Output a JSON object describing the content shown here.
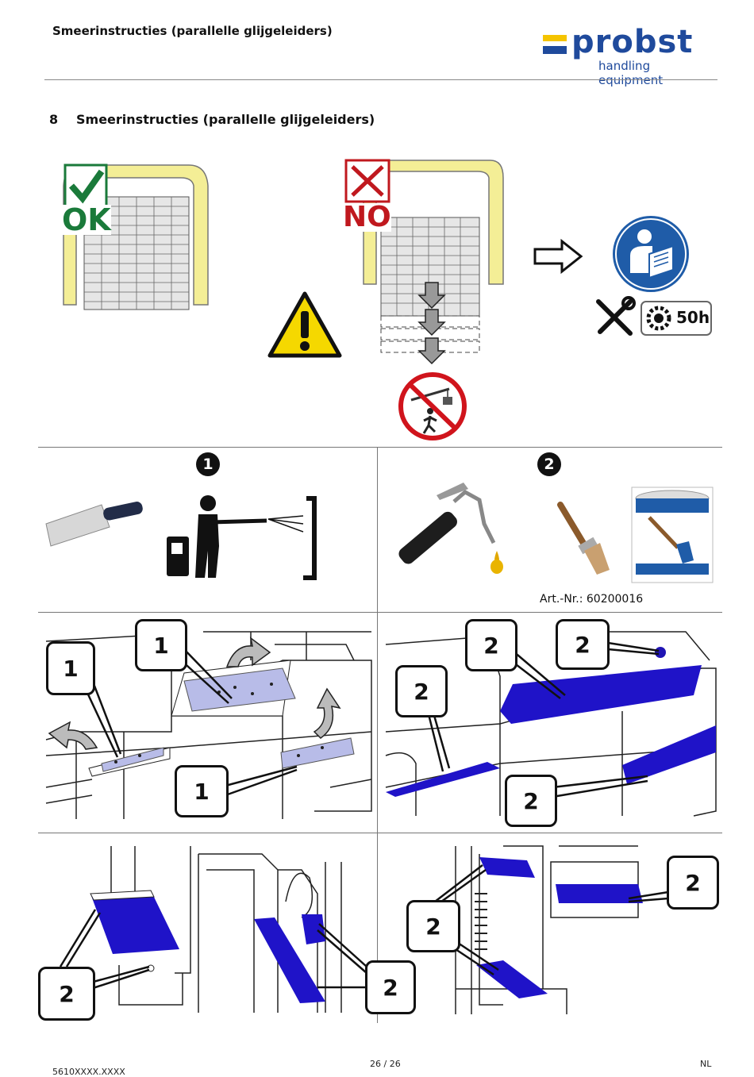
{
  "header": {
    "title": "Smeerinstructies (parallelle glijgeleiders)",
    "logo_word": "probst",
    "logo_sub": "handling equipment",
    "brand_blue": "#1f4a9c",
    "brand_yellow": "#f5c400"
  },
  "section": {
    "number": "8",
    "title": "Smeerinstructies (parallelle glijgeleiders)"
  },
  "top_panel": {
    "ok_label": "OK",
    "no_label": "NO",
    "interval_label": "50h",
    "icons": [
      "ok-check-icon",
      "no-cross-icon",
      "warning-triangle-icon",
      "arrow-right-icon",
      "read-manual-icon",
      "tools-icon",
      "maintenance-interval-icon",
      "no-pedestrian-under-load-icon"
    ]
  },
  "steps": {
    "step1_label": "1",
    "step2_label": "2",
    "art_nr": "Art.-Nr.: 60200016"
  },
  "callouts": {
    "c1": "1",
    "c2": "1",
    "c3": "1",
    "c4": "2",
    "c5": "2",
    "c6": "2",
    "c7": "2",
    "c8": "2",
    "c9": "2",
    "c10": "2",
    "c11": "2"
  },
  "footer": {
    "doc_code": "5610XXXX.XXXX",
    "page": "26 / 26",
    "lang": "NL"
  }
}
